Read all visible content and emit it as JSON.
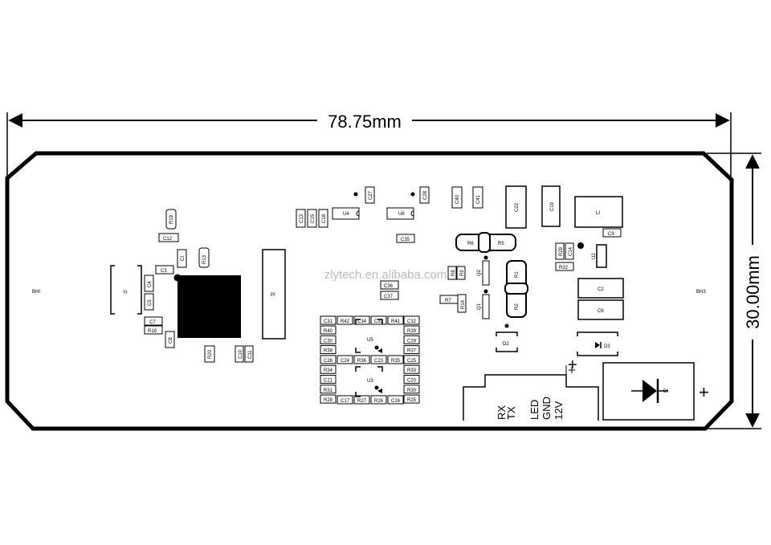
{
  "dimensions": {
    "width": "78.75mm",
    "height": "30.00mm"
  },
  "watermark": "zlytech.en.alibaba.com",
  "holes": {
    "left": "BHI",
    "right": "BH3"
  },
  "connector": {
    "pins": [
      "RX",
      "TX",
      "LED",
      "GND",
      "12V"
    ],
    "plus": "+"
  },
  "labels": {
    "R19": "R19",
    "C12": "C12",
    "CI": "CI",
    "R13": "R13",
    "C3": "C3",
    "C4": "C4",
    "C5": "C5",
    "YI": "YI",
    "C7": "C7",
    "R18": "R18",
    "C8": "C8",
    "R20": "R20",
    "C10": "C10",
    "C11": "C11",
    "PI": "PI",
    "C13": "C13",
    "C15": "C15",
    "C18": "C18",
    "U4": "U4",
    "C27": "C27",
    "U6": "U6",
    "C28": "C28",
    "C35": "C35",
    "C36": "C36",
    "C37": "C37",
    "C40": "C40",
    "C41": "C41",
    "C22": "C22",
    "C19": "C19",
    "LI": "LI",
    "R6": "R6",
    "R5": "R5",
    "C9": "C9",
    "R29": "R29",
    "C14": "C14",
    "R32": "R32",
    "U2": "U2",
    "Q2": "Q2",
    "R8": "R8",
    "R9": "R9",
    "R1": "R1",
    "R2": "R2",
    "R7": "R7",
    "R14": "R14",
    "Q1": "Q1",
    "C2": "C2",
    "C6": "C6",
    "D2": "D2",
    "D3": "D3",
    "DI": "DI",
    "U5": "U5",
    "U3": "U3"
  },
  "grid_labels": {
    "row1": [
      "C31",
      "R42",
      "C34",
      "C33",
      "R41",
      "C32"
    ],
    "left": [
      "R40",
      "C30",
      "R38",
      "C26",
      "R34",
      "C21",
      "R31",
      "R28"
    ],
    "mid": [
      "C24",
      "R36",
      "C23",
      "R35"
    ],
    "right": [
      "R39",
      "C29",
      "R37",
      "C25",
      "R33",
      "C20",
      "R30",
      "R25"
    ],
    "bottom": [
      "C17",
      "R27",
      "R26",
      "C16"
    ]
  }
}
